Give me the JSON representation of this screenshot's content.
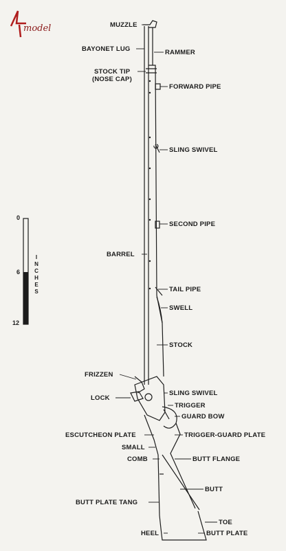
{
  "logo": {
    "mark": "4",
    "text": "model"
  },
  "scale": {
    "top": "0",
    "mid": "6",
    "bottom": "12",
    "unit_letters": [
      "I",
      "N",
      "C",
      "H",
      "E",
      "S"
    ]
  },
  "labels": {
    "muzzle": "MUZZLE",
    "bayonet_lug": "BAYONET LUG",
    "rammer": "RAMMER",
    "stock_tip": "STOCK TIP",
    "nose_cap": "(NOSE CAP)",
    "forward_pipe": "FORWARD PIPE",
    "sling_swivel_upper": "SLING SWIVEL",
    "second_pipe": "SECOND PIPE",
    "barrel": "BARREL",
    "tail_pipe": "TAIL PIPE",
    "swell": "SWELL",
    "stock": "STOCK",
    "frizzen": "FRIZZEN",
    "sling_swivel_lower": "SLING SWIVEL",
    "lock": "LOCK",
    "trigger": "TRIGGER",
    "guard_bow": "GUARD BOW",
    "escutcheon_plate": "ESCUTCHEON PLATE",
    "trigger_guard_plate": "TRIGGER-GUARD PLATE",
    "small": "SMALL",
    "comb": "COMB",
    "butt_flange": "BUTT FLANGE",
    "butt": "BUTT",
    "butt_plate_tang": "BUTT PLATE TANG",
    "toe": "TOE",
    "heel": "HEEL",
    "butt_plate": "BUTT PLATE"
  }
}
